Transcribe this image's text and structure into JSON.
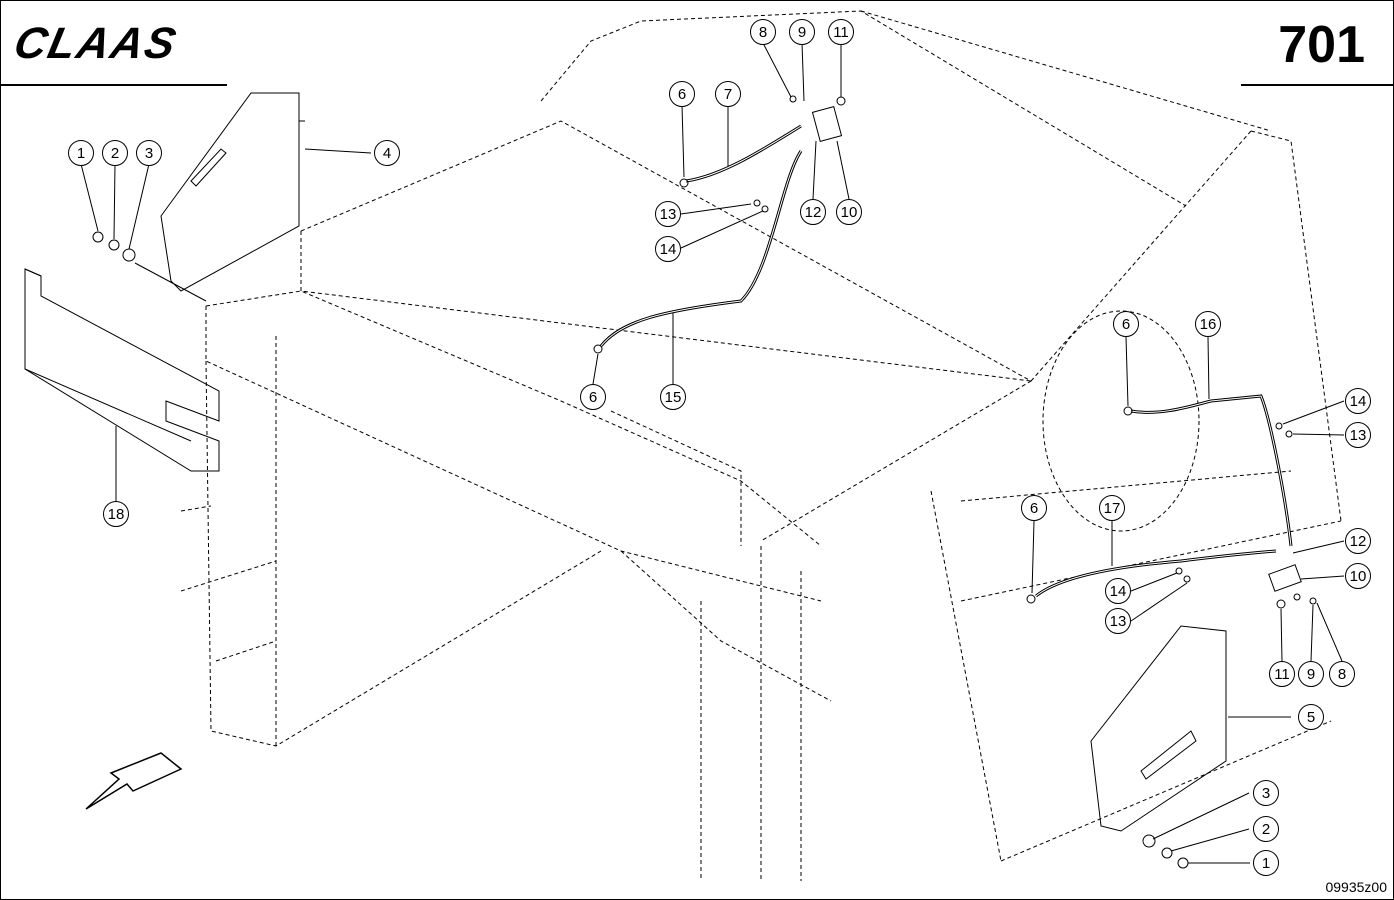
{
  "header": {
    "brand": "CLAAS",
    "page_number": "701"
  },
  "footer": {
    "drawing_code": "09935z00"
  },
  "colors": {
    "line": "#000000",
    "background": "#ffffff"
  },
  "callouts": [
    {
      "id": "c1a",
      "label": "1"
    },
    {
      "id": "c2a",
      "label": "2"
    },
    {
      "id": "c3a",
      "label": "3"
    },
    {
      "id": "c4",
      "label": "4"
    },
    {
      "id": "c6a",
      "label": "6"
    },
    {
      "id": "c7",
      "label": "7"
    },
    {
      "id": "c8a",
      "label": "8"
    },
    {
      "id": "c9a",
      "label": "9"
    },
    {
      "id": "c11a",
      "label": "11"
    },
    {
      "id": "c13a",
      "label": "13"
    },
    {
      "id": "c14a",
      "label": "14"
    },
    {
      "id": "c12a",
      "label": "12"
    },
    {
      "id": "c10a",
      "label": "10"
    },
    {
      "id": "c6b",
      "label": "6"
    },
    {
      "id": "c15",
      "label": "15"
    },
    {
      "id": "c18",
      "label": "18"
    },
    {
      "id": "c6c",
      "label": "6"
    },
    {
      "id": "c16",
      "label": "16"
    },
    {
      "id": "c14b",
      "label": "14"
    },
    {
      "id": "c13b",
      "label": "13"
    },
    {
      "id": "c6d",
      "label": "6"
    },
    {
      "id": "c17",
      "label": "17"
    },
    {
      "id": "c12b",
      "label": "12"
    },
    {
      "id": "c10b",
      "label": "10"
    },
    {
      "id": "c14c",
      "label": "14"
    },
    {
      "id": "c13c",
      "label": "13"
    },
    {
      "id": "c11b",
      "label": "11"
    },
    {
      "id": "c9b",
      "label": "9"
    },
    {
      "id": "c8b",
      "label": "8"
    },
    {
      "id": "c5",
      "label": "5"
    },
    {
      "id": "c3b",
      "label": "3"
    },
    {
      "id": "c2b",
      "label": "2"
    },
    {
      "id": "c1b",
      "label": "1"
    }
  ]
}
